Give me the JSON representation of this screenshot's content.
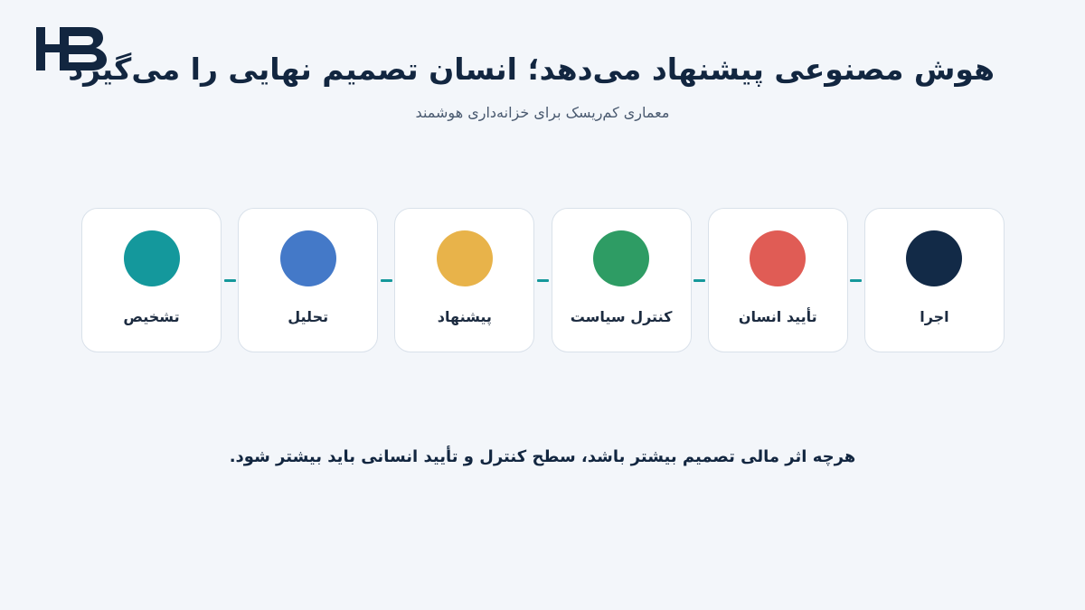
{
  "header": {
    "title": "هوش مصنوعی پیشنهاد می‌دهد؛ انسان تصمیم نهایی را می‌گیرد",
    "subtitle": "معماری کم‌ریسک برای خزانه‌داری هوشمند"
  },
  "brand": {
    "logo_icon": "hb-logo-icon",
    "color": "#122640"
  },
  "steps": [
    {
      "label": "اجرا",
      "color": "#122a47"
    },
    {
      "label": "تأیید انسان",
      "color": "#e05c55"
    },
    {
      "label": "کنترل سیاست",
      "color": "#2e9c64"
    },
    {
      "label": "پیشنهاد",
      "color": "#e8b34a"
    },
    {
      "label": "تحلیل",
      "color": "#4479c8"
    },
    {
      "label": "تشخیص",
      "color": "#14989c"
    }
  ],
  "connector_color": "#15989b",
  "footer": {
    "note": "هرچه اثر مالی تصمیم بیشتر باشد، سطح کنترل و تأیید انسانی باید بیشتر شود."
  }
}
